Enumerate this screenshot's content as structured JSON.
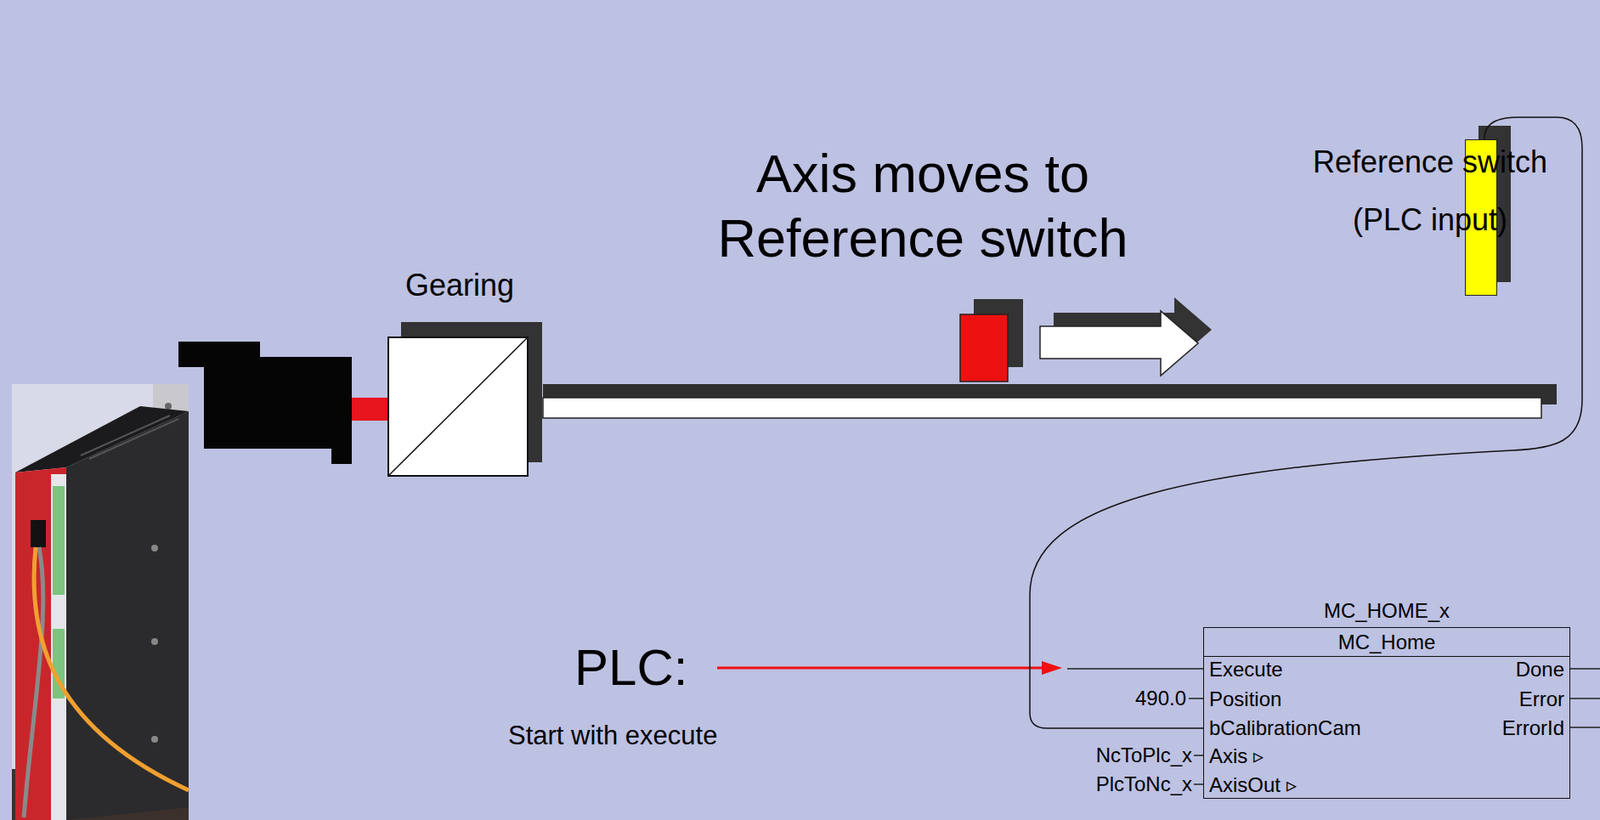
{
  "diagram": {
    "nodes": [
      {
        "text": [
          "Reference switch (PLC input)"
        ]
      },
      {
        "text": [
          "Gearing"
        ]
      },
      {
        "text": [
          "MC_HOME_x",
          "MC_Home",
          "Execute",
          "Position",
          "bCalibrationCam",
          "Axis ▹",
          "AxisOut ▹",
          "Done",
          "Error",
          "ErrorId"
        ]
      }
    ],
    "edges": [
      {
        "from": 0,
        "to": 2,
        "arrow": "none"
      }
    ],
    "labels": [
      "Axis moves to Reference switch",
      "PLC:",
      "Start with execute",
      "490.0",
      "NcToPlc_x",
      "PlcToNc_x"
    ]
  }
}
